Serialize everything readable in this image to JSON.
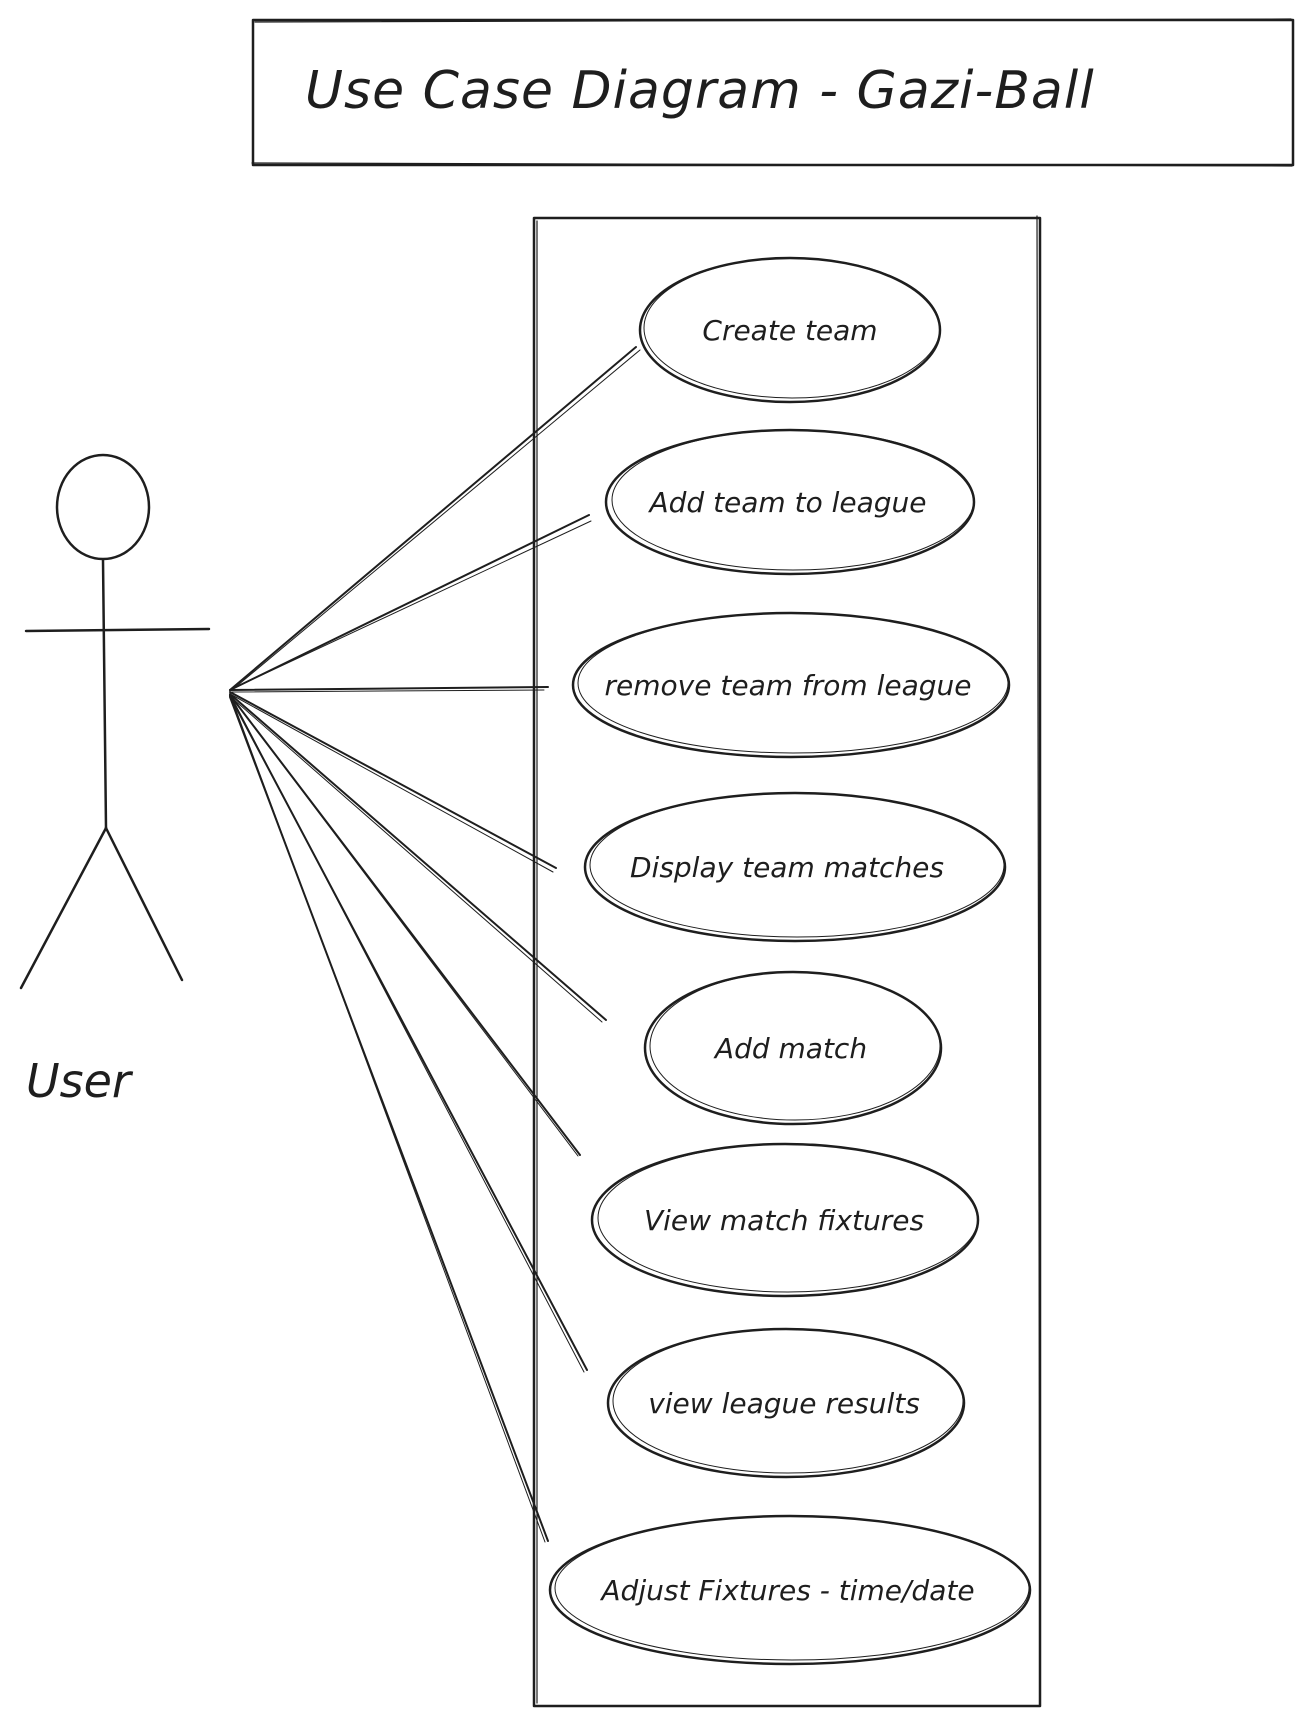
{
  "title": "Use Case Diagram - Gazi-Ball",
  "actor": {
    "label": "User"
  },
  "use_cases": [
    {
      "label": "Create team"
    },
    {
      "label": "Add team to league"
    },
    {
      "label": "remove team from league"
    },
    {
      "label": "Display team matches"
    },
    {
      "label": "Add match"
    },
    {
      "label": "View match fixtures"
    },
    {
      "label": "view league results"
    },
    {
      "label": "Adjust Fixtures - time/date"
    }
  ]
}
